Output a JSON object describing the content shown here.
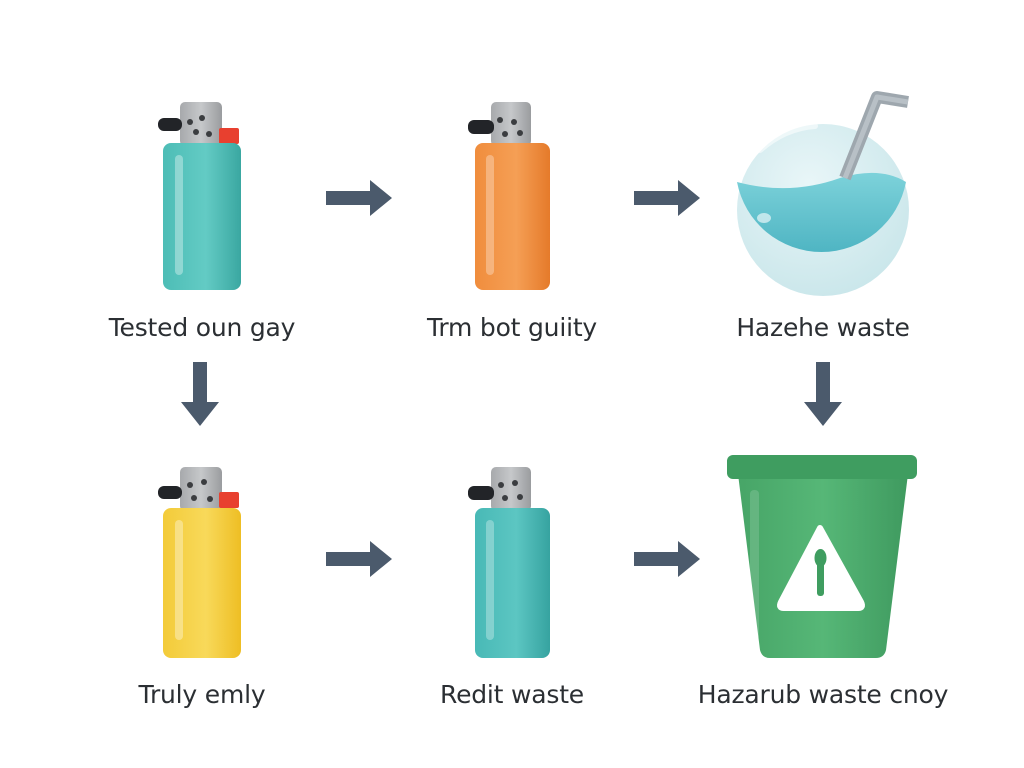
{
  "colors": {
    "background": "#ffffff",
    "arrow": "#4b5a6c",
    "text": "#2b2f33",
    "teal_lighter": "#5ec7c1",
    "orange_lighter": "#f49a4c",
    "yellow_lighter": "#f7d44c",
    "water_sphere": "#74cdd6",
    "green_bin": "#4fb072"
  },
  "steps": [
    {
      "label": "Tested oun gay",
      "icon": "teal-lighter-icon"
    },
    {
      "label": "Trm bot guiity",
      "icon": "orange-lighter-icon"
    },
    {
      "label": "Hazehe waste",
      "icon": "water-sphere-icon"
    },
    {
      "label": "Truly emly",
      "icon": "yellow-lighter-icon"
    },
    {
      "label": "Redit waste",
      "icon": "teal-lighter-icon"
    },
    {
      "label": "Hazarub waste cnoy",
      "icon": "hazard-bin-icon"
    }
  ]
}
